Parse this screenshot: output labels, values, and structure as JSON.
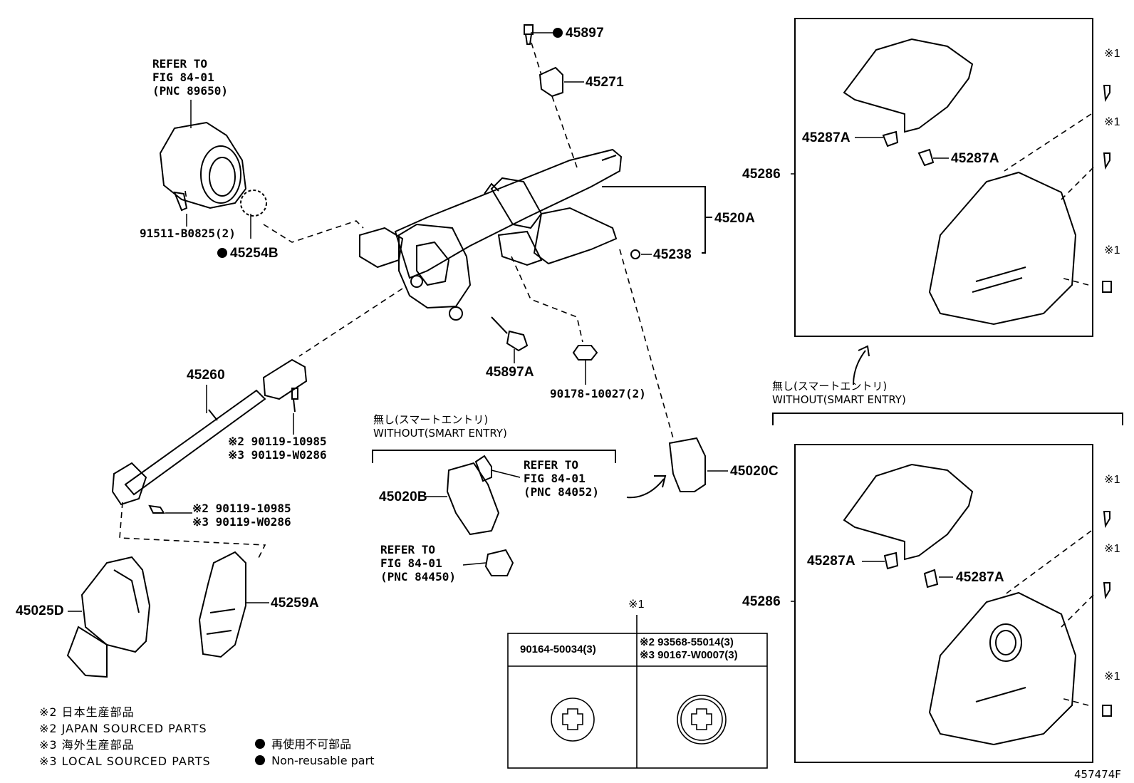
{
  "labels": {
    "p45897": "45897",
    "p45271": "45271",
    "refer1": [
      "REFER TO",
      "FIG 84-01",
      "(PNC 89650)"
    ],
    "p91511": "91511-B0825(2)",
    "p45254b": "45254B",
    "p4520a": "4520A",
    "p45238": "45238",
    "p45897a": "45897A",
    "p90178": "90178-10027(2)",
    "p45260": "45260",
    "scr1": [
      "※2 90119-10985",
      "※3 90119-W0286"
    ],
    "scr2": [
      "※2 90119-10985",
      "※3 90119-W0286"
    ],
    "without_mid": [
      "無し(スマートエントリ)",
      "WITHOUT(SMART ENTRY)"
    ],
    "refer2": [
      "REFER TO",
      "FIG 84-01",
      "(PNC 84052)"
    ],
    "p45020b": "45020B",
    "p45020c": "45020C",
    "refer3": [
      "REFER TO",
      "FIG 84-01",
      "(PNC 84450)"
    ],
    "p45025d": "45025D",
    "p45259a": "45259A",
    "without_right": [
      "無し(スマートエントリ)",
      "WITHOUT(SMART ENTRY)"
    ],
    "p45287a": "45287A",
    "p45286": "45286",
    "mark1": "※1",
    "fig_id": "457474F"
  },
  "table": {
    "header_mark": "※1",
    "col1": "90164-50034(3)",
    "col2": [
      "※2 93568-55014(3)",
      "※3 90167-W0007(3)"
    ]
  },
  "legend": {
    "left": [
      "※2 日本生産部品",
      "※2 JAPAN SOURCED PARTS",
      "※3 海外生産部品",
      "※3 LOCAL SOURCED PARTS"
    ],
    "right": [
      "再使用不可部品",
      "Non-reusable part"
    ]
  }
}
